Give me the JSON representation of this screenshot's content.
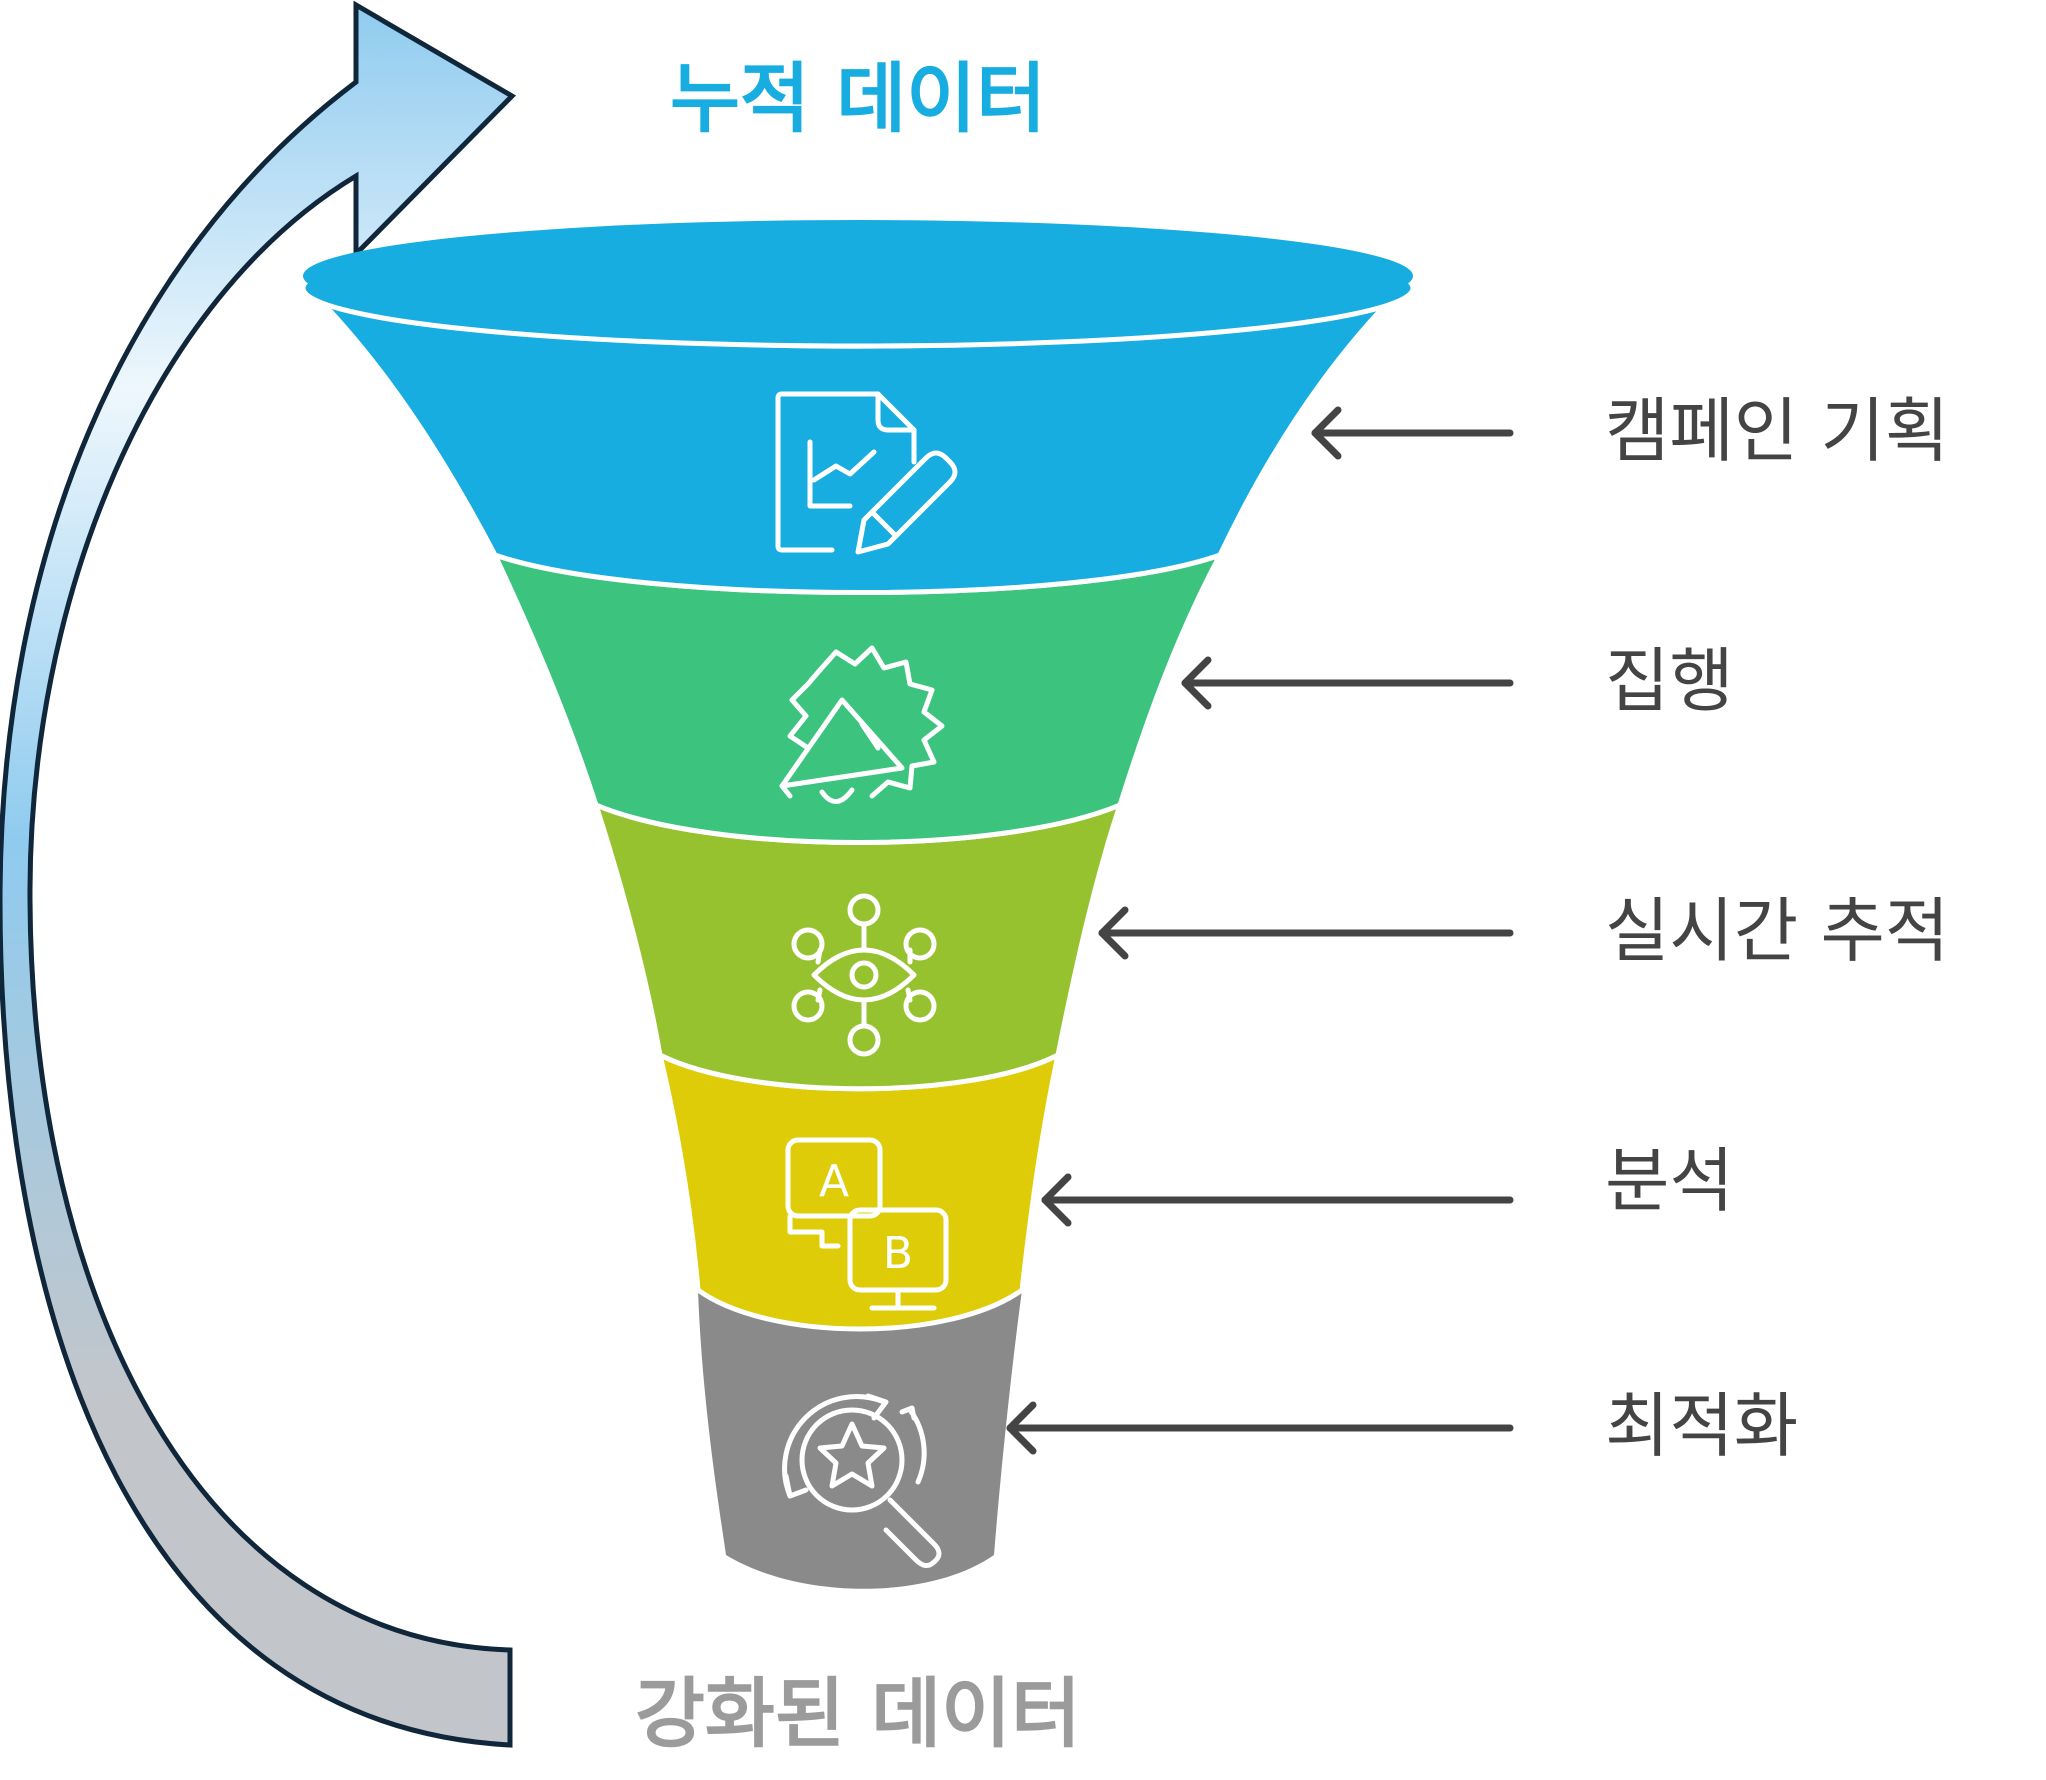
{
  "diagram": {
    "top_label": "누적 데이터",
    "bottom_label": "강화된 데이터",
    "stages": [
      {
        "label": "캠페인 기획",
        "icon": "document-chart-pen-icon",
        "color": "#18ade0"
      },
      {
        "label": "집행",
        "icon": "megaphone-badge-icon",
        "color": "#3cc47f"
      },
      {
        "label": "실시간 추적",
        "icon": "eye-network-icon",
        "color": "#96c230"
      },
      {
        "label": "분석",
        "icon": "ab-test-monitors-icon",
        "color": "#dfcc08"
      },
      {
        "label": "최적화",
        "icon": "star-search-cycle-icon",
        "color": "#8a8a8a"
      }
    ],
    "icon_text": {
      "a": "A",
      "b": "B"
    },
    "colors": {
      "top_label": "#18ade0",
      "bottom_label": "#9b9b9b",
      "stage_label": "#444444",
      "arrow": "#444444",
      "cycle_arrow_top": "#8fcbef",
      "cycle_arrow_bottom": "#c2c6cb",
      "cycle_arrow_stroke": "#10263a"
    }
  }
}
